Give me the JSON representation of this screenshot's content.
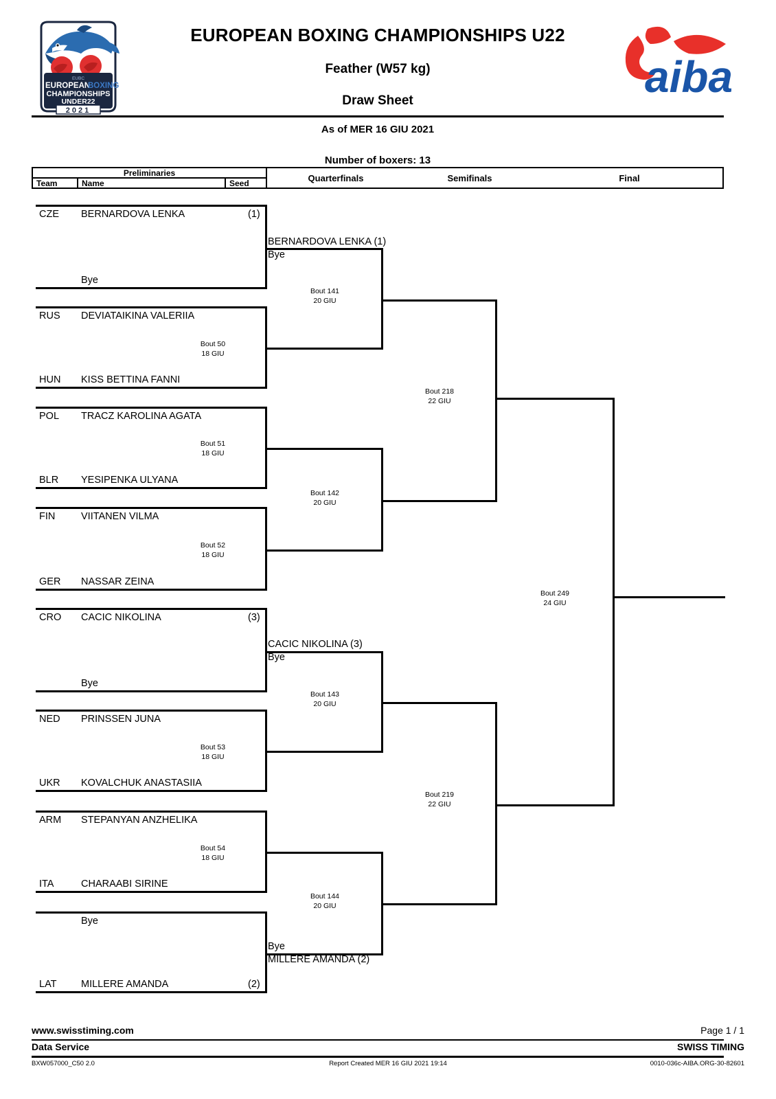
{
  "header": {
    "title": "EUROPEAN BOXING CHAMPIONSHIPS U22",
    "weight_class": "Feather (W57 kg)",
    "doc_type": "Draw Sheet",
    "as_of": "As of MER 16 GIU 2021",
    "number_of_boxers": "Number of boxers: 13",
    "left_logo": "eubc-championship-logo",
    "right_logo": "aiba-logo",
    "logo_text": {
      "eubc": "EUBC",
      "line1": "EUROPEAN",
      "line1b": "BOXING",
      "line2": "CHAMPIONSHIPS",
      "line3": "UNDER22",
      "year": "2021",
      "aiba": "aiba"
    }
  },
  "columns": {
    "preliminaries": "Preliminaries",
    "team": "Team",
    "name": "Name",
    "seed": "Seed",
    "quarterfinals": "Quarterfinals",
    "semifinals": "Semifinals",
    "final": "Final"
  },
  "preliminaries": [
    {
      "team": "CZE",
      "name": "BERNARDOVA LENKA",
      "seed": "(1)"
    },
    {
      "team": "",
      "name": "Bye",
      "seed": ""
    },
    {
      "team": "RUS",
      "name": "DEVIATAIKINA VALERIIA",
      "seed": ""
    },
    {
      "team": "HUN",
      "name": "KISS BETTINA FANNI",
      "seed": ""
    },
    {
      "team": "POL",
      "name": "TRACZ KAROLINA AGATA",
      "seed": ""
    },
    {
      "team": "BLR",
      "name": "YESIPENKA ULYANA",
      "seed": ""
    },
    {
      "team": "FIN",
      "name": "VIITANEN VILMA",
      "seed": ""
    },
    {
      "team": "GER",
      "name": "NASSAR ZEINA",
      "seed": ""
    },
    {
      "team": "CRO",
      "name": "CACIC NIKOLINA",
      "seed": "(3)"
    },
    {
      "team": "",
      "name": "Bye",
      "seed": ""
    },
    {
      "team": "NED",
      "name": "PRINSSEN JUNA",
      "seed": ""
    },
    {
      "team": "UKR",
      "name": "KOVALCHUK ANASTASIIA",
      "seed": ""
    },
    {
      "team": "ARM",
      "name": "STEPANYAN ANZHELIKA",
      "seed": ""
    },
    {
      "team": "ITA",
      "name": "CHARAABI SIRINE",
      "seed": ""
    },
    {
      "team": "",
      "name": "Bye",
      "seed": ""
    },
    {
      "team": "LAT",
      "name": "MILLERE AMANDA",
      "seed": "(2)"
    }
  ],
  "prelim_bouts": [
    {
      "bout": "Bout 50",
      "date": "18 GIU"
    },
    {
      "bout": "Bout 51",
      "date": "18 GIU"
    },
    {
      "bout": "Bout 52",
      "date": "18 GIU"
    },
    {
      "bout": "Bout 53",
      "date": "18 GIU"
    },
    {
      "bout": "Bout 54",
      "date": "18 GIU"
    }
  ],
  "quarterfinals": [
    {
      "bout": "Bout 141",
      "date": "20 GIU",
      "top": "BERNARDOVA LENKA (1)",
      "bottom": "Bye"
    },
    {
      "bout": "Bout 142",
      "date": "20 GIU",
      "top": "",
      "bottom": ""
    },
    {
      "bout": "Bout 143",
      "date": "20 GIU",
      "top": "CACIC NIKOLINA (3)",
      "bottom": "Bye"
    },
    {
      "bout": "Bout 144",
      "date": "20 GIU",
      "top": "Bye",
      "bottom": "MILLERE AMANDA (2)"
    }
  ],
  "semifinals": [
    {
      "bout": "Bout 218",
      "date": "22 GIU"
    },
    {
      "bout": "Bout 219",
      "date": "22 GIU"
    }
  ],
  "final": {
    "bout": "Bout 249",
    "date": "24 GIU"
  },
  "footer": {
    "website": "www.swisstiming.com",
    "data_service": "Data Service",
    "page": "Page 1 / 1",
    "company": "SWISS TIMING",
    "report_code": "BXW057000_C50 2.0",
    "report_created": "Report Created  MER 16 GIU 2021 19:14",
    "doc_id": "0010-036c-AIBA.ORG-30-82601"
  }
}
